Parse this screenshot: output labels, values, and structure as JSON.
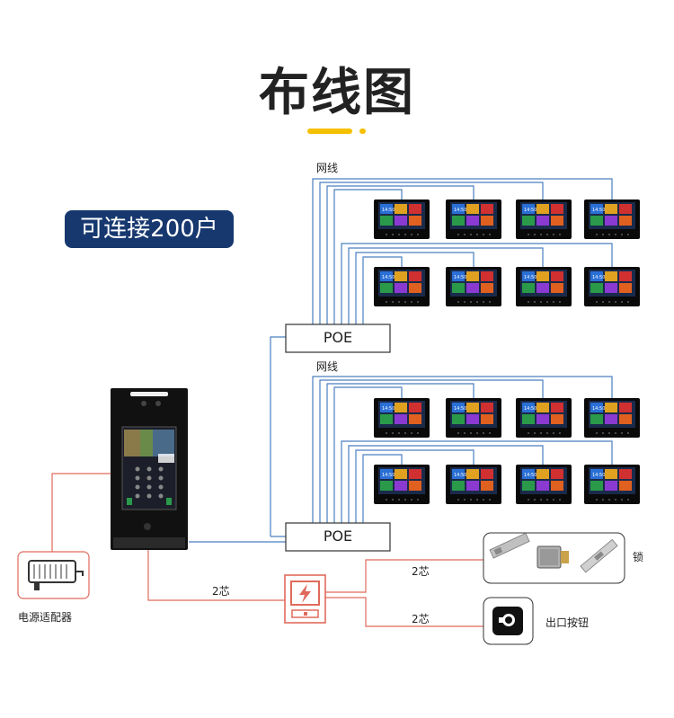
{
  "title": "布线图",
  "badge": "可连接200户",
  "labels": {
    "network_top": "网线",
    "network_bottom": "网线",
    "poe_top": "POE",
    "poe_bottom": "POE",
    "power_adapter": "电源适配器",
    "wire_2core_main": "2芯",
    "wire_2core_lock": "2芯",
    "wire_2core_exit": "2芯",
    "lock": "锁",
    "exit_button": "出口按钮"
  },
  "monitor": {
    "screen_time": "14:50"
  },
  "colors": {
    "network_line": "#4a7fc0",
    "power_line": "#e06a5c",
    "title_accent": "#f5c000",
    "badge_bg": "#17386f"
  },
  "icons": [
    "power-adapter-icon",
    "lock-icon",
    "exit-button-icon",
    "power-supply-icon",
    "monitor-icon",
    "door-station-icon"
  ]
}
